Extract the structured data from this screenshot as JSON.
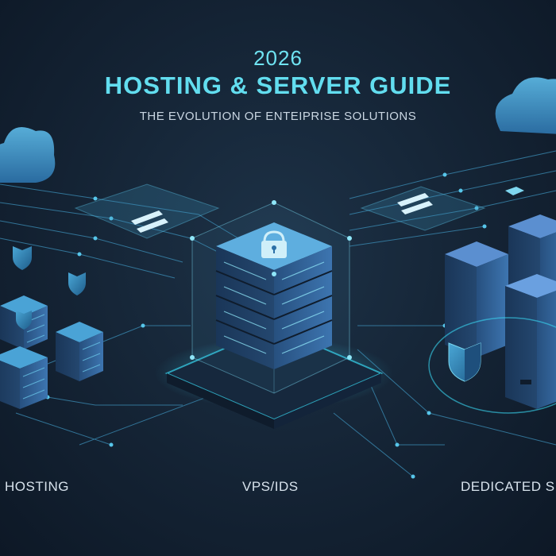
{
  "header": {
    "year": "2026",
    "title": "HOSTING & SERVER GUIDE",
    "subtitle": "THE EVOLUTION OF ENTEIPRISE SOLUTIONS"
  },
  "sections": [
    {
      "label": "D HOSTING"
    },
    {
      "label": "VPS/IDS"
    },
    {
      "label": "DEDICATED S"
    }
  ],
  "icons": [
    "cloud-icon",
    "lock-icon",
    "shield-icon",
    "server-rack-icon",
    "chip-icon"
  ],
  "colors": {
    "background": "#142334",
    "accent": "#62ddef",
    "server_blue": "#2f5d8f",
    "glow": "#37c6e6"
  }
}
